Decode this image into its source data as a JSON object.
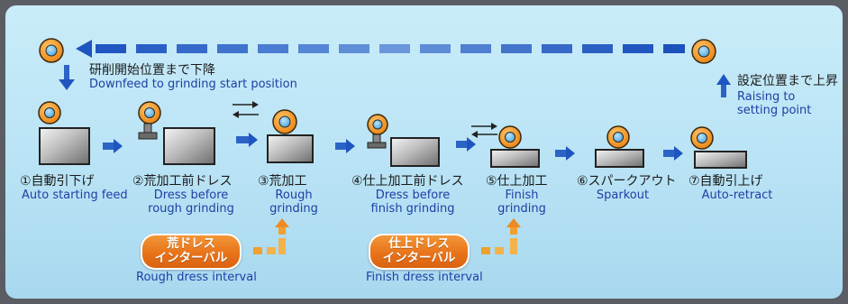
{
  "top": {
    "start_jp": "研削開始位置まで下降",
    "start_en": "Downfeed to grinding start position",
    "raise_jp": "設定位置まで上昇",
    "raise_en_1": "Raising to",
    "raise_en_2": "setting point"
  },
  "steps": [
    {
      "jp": "①自動引下げ",
      "en": [
        "Auto starting feed"
      ]
    },
    {
      "jp": "②荒加工前ドレス",
      "en": [
        "Dress before",
        "rough grinding"
      ]
    },
    {
      "jp": "③荒加工",
      "en": [
        "Rough",
        "grinding"
      ]
    },
    {
      "jp": "④仕上加工前ドレス",
      "en": [
        "Dress before",
        "finish grinding"
      ]
    },
    {
      "jp": "⑤仕上加工",
      "en": [
        "Finish",
        "grinding"
      ]
    },
    {
      "jp": "⑥スパークアウト",
      "en": [
        "Sparkout"
      ]
    },
    {
      "jp": "⑦自動引上げ",
      "en": [
        "Auto-retract"
      ]
    }
  ],
  "intervals": [
    {
      "badge": [
        "荒ドレス",
        "インターバル"
      ],
      "en": "Rough dress interval"
    },
    {
      "badge": [
        "仕上ドレス",
        "インターバル"
      ],
      "en": "Finish dress interval"
    }
  ],
  "colors": {
    "accent_orange": "#ee8a22",
    "flow_blue": "#1b4fb0",
    "english_text": "#1d3fa3",
    "background_light_blue": "#c4e9f8"
  }
}
